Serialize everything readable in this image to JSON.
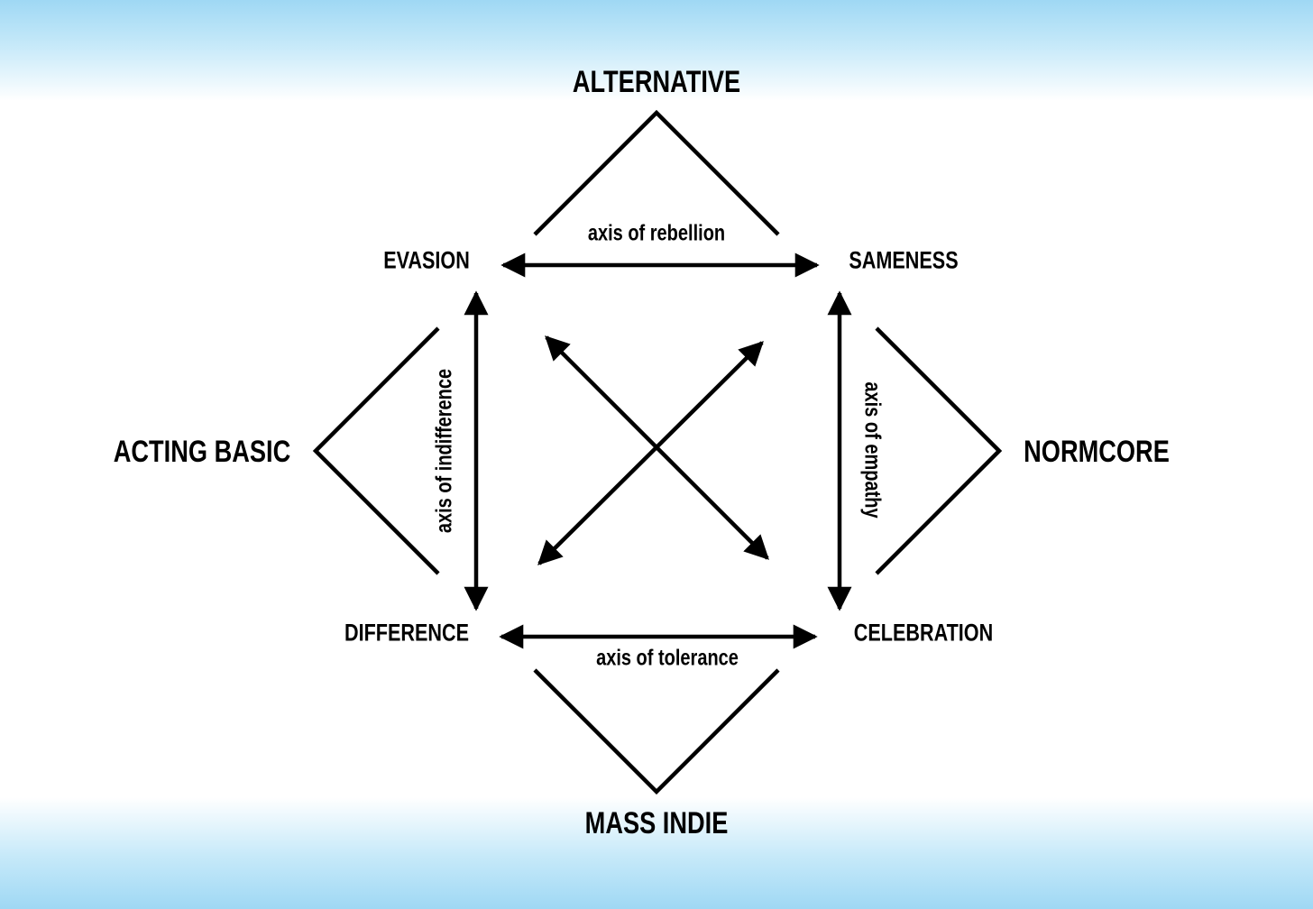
{
  "diagram": {
    "outer_labels": {
      "top": "ALTERNATIVE",
      "left": "ACTING BASIC",
      "right": "NORMCORE",
      "bottom": "MASS INDIE"
    },
    "corner_labels": {
      "top_left": "EVASION",
      "top_right": "SAMENESS",
      "bottom_left": "DIFFERENCE",
      "bottom_right": "CELEBRATION"
    },
    "axis_labels": {
      "top": "axis of rebellion",
      "left": "axis of indifference",
      "right": "axis of empathy",
      "bottom": "axis of tolerance"
    },
    "colors": {
      "ink": "#000000",
      "gradient_edge": "#9fd8f4",
      "background": "#ffffff"
    }
  }
}
